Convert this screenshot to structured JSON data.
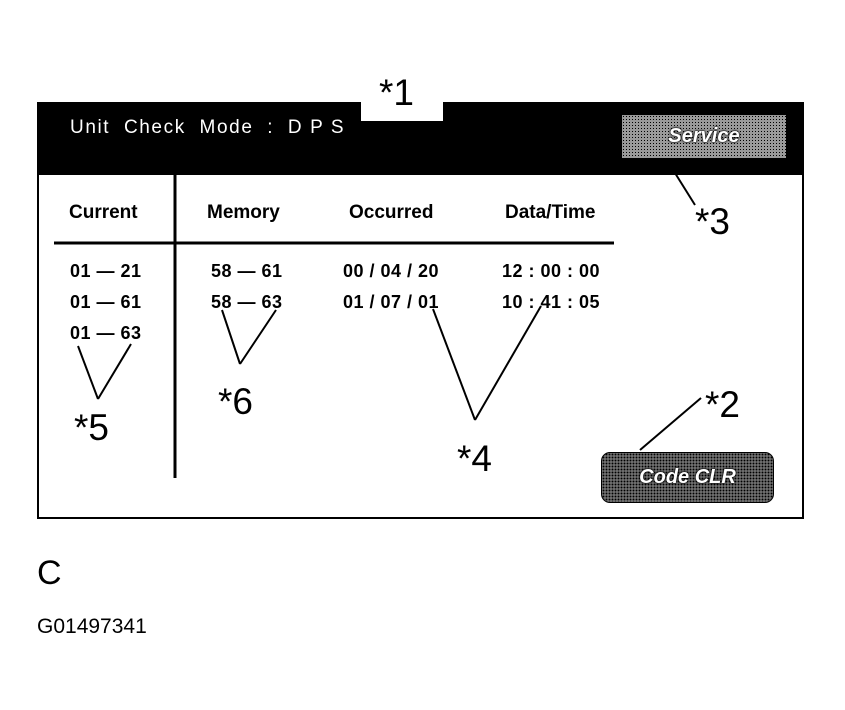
{
  "screen": {
    "title": "Unit  Check  Mode  :  D P S",
    "service_label": "Service",
    "code_clr_label": "Code CLR"
  },
  "table": {
    "headers": {
      "current": "Current",
      "memory": "Memory",
      "occurred": "Occurred",
      "datetime": "Data/Time"
    },
    "current_codes": [
      "01 — 21",
      "01 — 61",
      "01 — 63"
    ],
    "memory_codes": [
      "58 — 61",
      "58 — 63"
    ],
    "occurred_dates": [
      "00 / 04 / 20",
      "01 / 07 / 01"
    ],
    "times": [
      "12 : 00 : 00",
      "10 : 41 : 05"
    ]
  },
  "callouts": {
    "c1": "*1",
    "c2": "*2",
    "c3": "*3",
    "c4": "*4",
    "c5": "*5",
    "c6": "*6"
  },
  "figure": {
    "letter": "C",
    "code": "G01497341"
  },
  "colors": {
    "line": "#000000",
    "background": "#ffffff",
    "service_button": "#9a9a9a",
    "code_clr_button": "#6c6c6c"
  }
}
